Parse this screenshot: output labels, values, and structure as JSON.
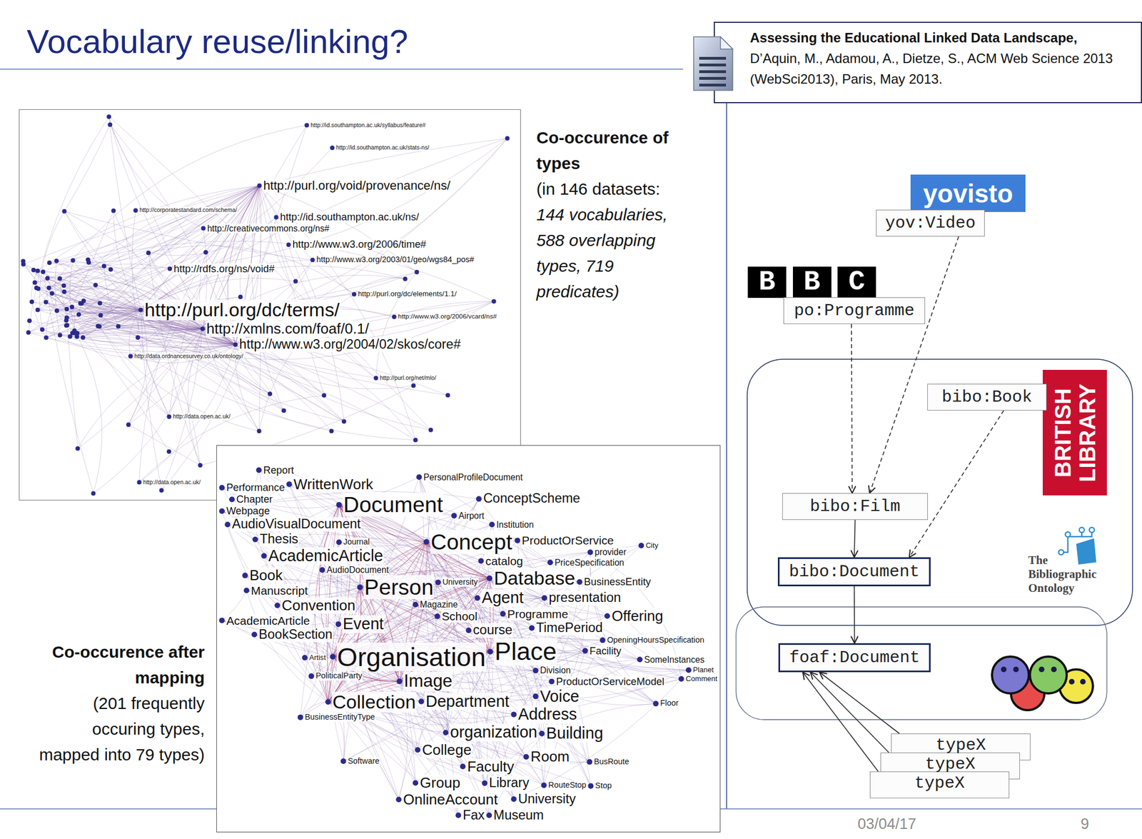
{
  "diagram": {
    "title": "Vocabulary reuse/linking?",
    "nodes": [
      {
        "text": [
          "Assessing the Educational Linked Data Landscape,",
          "D’Aquin, M., Adamou, A., Dietze, S., ACM Web Science 2013 (WebSci2013), Paris, May 2013."
        ]
      },
      {
        "text": [
          "yovisto"
        ]
      },
      {
        "text": [
          "yov:Video"
        ]
      },
      {
        "text": [
          "BBC"
        ]
      },
      {
        "text": [
          "po:Programme"
        ]
      },
      {
        "text": [
          "BRITISH LIBRARY"
        ]
      },
      {
        "text": [
          "bibo:Book"
        ]
      },
      {
        "text": [
          "bibo:Film"
        ]
      },
      {
        "text": [
          "bibo:Document"
        ]
      },
      {
        "text": [
          "foaf:Document"
        ]
      },
      {
        "text": [
          "typeX"
        ]
      },
      {
        "text": [
          "typeX"
        ]
      },
      {
        "text": [
          "typeX"
        ]
      }
    ],
    "edges": [
      {
        "from": 2,
        "to": 7,
        "arrow": "to"
      },
      {
        "from": 4,
        "to": 7,
        "arrow": "to"
      },
      {
        "from": 6,
        "to": 8,
        "arrow": "to"
      },
      {
        "from": 7,
        "to": 8,
        "arrow": "to"
      },
      {
        "from": 8,
        "to": 9,
        "arrow": "to"
      },
      {
        "from": 10,
        "to": 9,
        "arrow": "to"
      },
      {
        "from": 11,
        "to": 9,
        "arrow": "to"
      },
      {
        "from": 12,
        "to": 9,
        "arrow": "to"
      }
    ],
    "labels": [
      "Co-occurence of types",
      "(in 146 datasets:",
      "144 vocabularies, 588 overlapping types, 719 predicates)",
      "Co-occurence after mapping",
      "(201 frequently occuring types, mapped into 79 types)",
      "The Bibliographic Ontology",
      "03/04/17",
      "9",
      "http://purl.org/dc/terms/",
      "http://xmlns.com/foaf/0.1/",
      "http://www.w3.org/2004/02/skos/core#",
      "http://purl.org/void/provenance/ns/",
      "http://rdfs.org/ns/void#",
      "http://www.w3.org/2006/time#",
      "http://creativecommons.org/ns#",
      "http://id.southampton.ac.uk/ns/",
      "http://www.w3.org/2003/01/geo/wgs84_pos#",
      "http://purl.org/dc/elements/1.1/",
      "http://www.w3.org/2006/vcard/ns#",
      "http://id.southampton.ac.uk/stats-ns/",
      "http://id.southampton.ac.uk/syllabus/feature#",
      "http://corporatestandard.com/schema/",
      "http://data.ordnancesurvey.co.uk/ontology/",
      "http://data.open.ac.uk/",
      "http://purl.org/net/mlo/",
      "http://data.open.ac.uk/",
      "PersonalProfileDocument",
      "Report",
      "Performance",
      "ConceptScheme",
      "Chapter",
      "Airport",
      "Webpage",
      "WrittenWork",
      "AudioVisualDocument",
      "Document",
      "Concept",
      "Institution",
      "ProductOrService",
      "City",
      "Thesis",
      "Journal",
      "catalog",
      "provider",
      "PriceSpecification",
      "AcademicArticle",
      "Book",
      "Database",
      "AudioDocument",
      "Person",
      "University",
      "BusinessEntity",
      "Magazine",
      "Agent",
      "Manuscript",
      "Convention",
      "presentation",
      "AcademicArticle",
      "School",
      "Programme",
      "Offering",
      "BookSection",
      "course",
      "TimePeriod",
      "Event",
      "Organisation",
      "Place",
      "OpeningHoursSpecification",
      "Division",
      "Facility",
      "ProductOrServiceModel",
      "SomeInstances",
      "Planet",
      "Comment",
      "Artist",
      "PoliticalParty",
      "Collection",
      "Image",
      "Voice",
      "Department",
      "Address",
      "Floor",
      "BusinessEntityType",
      "organization",
      "Building",
      "College",
      "Faculty",
      "Room",
      "Software",
      "BusRoute",
      "Group",
      "RouteStop",
      "Stop",
      "Library",
      "OnlineAccount",
      "University",
      "Fax",
      "Museum"
    ]
  }
}
